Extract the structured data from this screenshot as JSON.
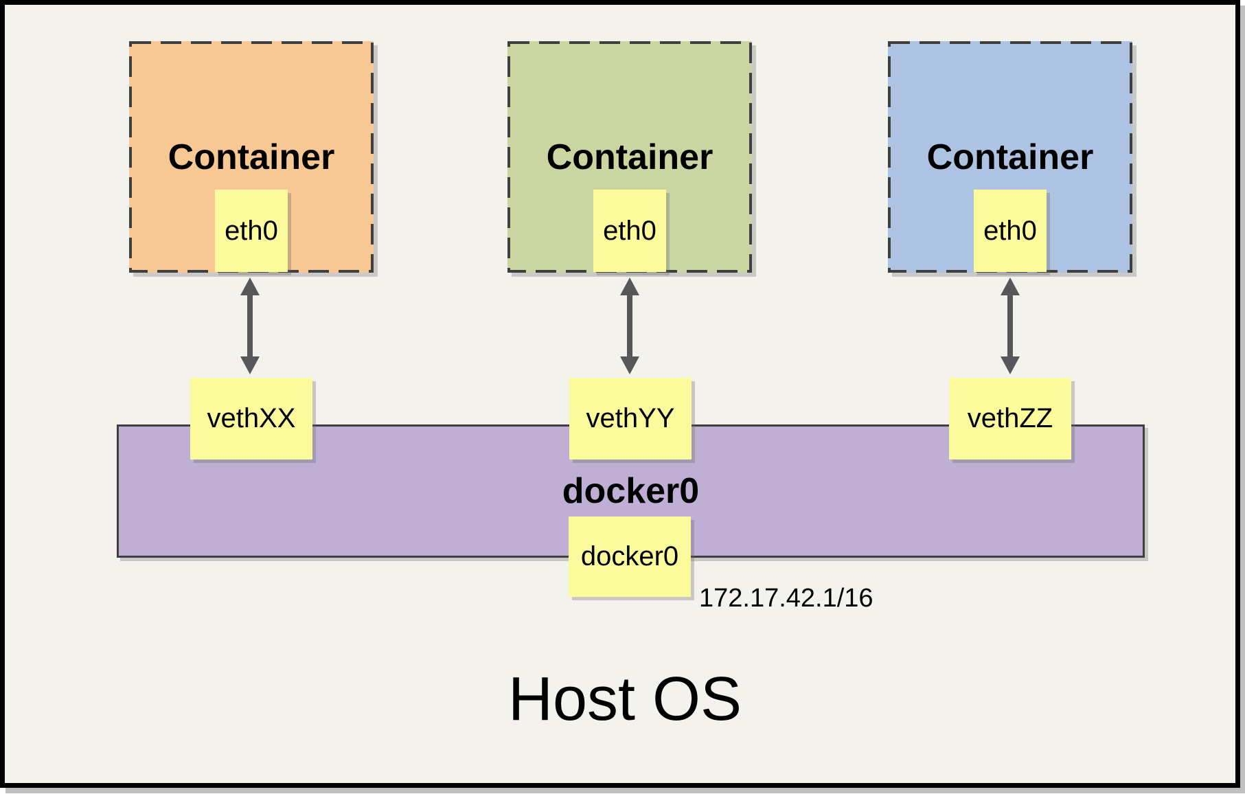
{
  "colors": {
    "canvas_bg": "#F4F2ED",
    "frame_border": "#000000",
    "frame_shadow": "#BFBFBF",
    "container_orange": "#F7C794",
    "container_green": "#CAD5A2",
    "container_blue": "#AEC3E1",
    "node_yellow": "#FBFA9C",
    "bridge_purple": "#BFAFD4",
    "dashed_border": "#3F3F3F",
    "arrow_gray": "#57575A"
  },
  "containers": [
    {
      "label": "Container",
      "interface_label": "eth0",
      "fill": "#F7C794"
    },
    {
      "label": "Container",
      "interface_label": "eth0",
      "fill": "#CAD5A2"
    },
    {
      "label": "Container",
      "interface_label": "eth0",
      "fill": "#AEC3E1"
    }
  ],
  "veth": {
    "labels": [
      "vethXX",
      "vethYY",
      "vethZZ"
    ],
    "fill": "#FBFA9C"
  },
  "bridge": {
    "title": "docker0",
    "node_label": "docker0",
    "ip": "172.17.42.1/16",
    "fill": "#BFAFD4"
  },
  "host": {
    "label": "Host OS"
  }
}
